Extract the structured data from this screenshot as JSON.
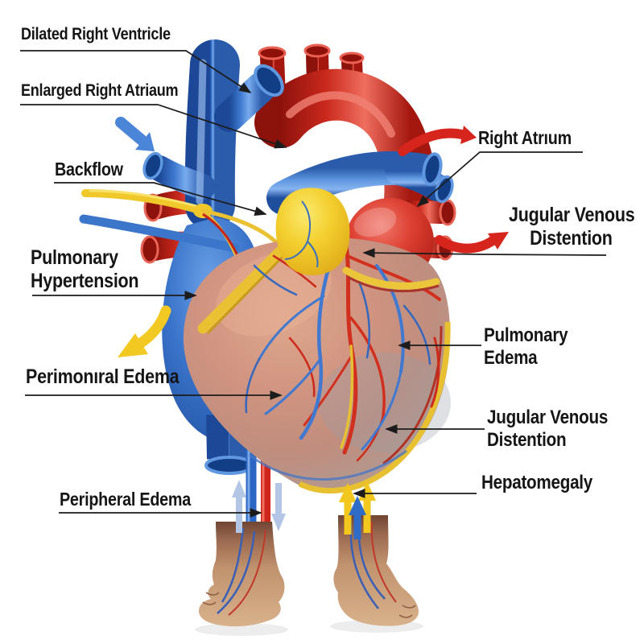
{
  "diagram": {
    "background": "#ffffff",
    "text_color": "#151515",
    "labels": {
      "dilated_right_ventricle": "Dilated Right Ventricle",
      "enlarged_right_atriaum": "Enlarged Right Atriaum",
      "backflow": "Backflow",
      "pulmonary_hypertension_line1": "Pulmonary",
      "pulmonary_hypertension_line2": "Hypertension",
      "perimonaral_edema": "Perimonıral Edema",
      "peripheral_edema": "Peripheral Edema",
      "right_atrium": "Right Atrıum",
      "jugular_venous_distention_upper_line1": "Jugular Venous",
      "jugular_venous_distention_upper_line2": "Distention",
      "pulmonary_edema_line1": "Pulmonary",
      "pulmonary_edema_line2": "Edema",
      "jugular_venous_distention_lower_line1": "Jugular Venous",
      "jugular_venous_distention_lower_line2": "Distention",
      "hepatomegaly": "Hepatomegaly"
    },
    "colors": {
      "vein_blue": "#3a74ca",
      "artery_red": "#c9281c",
      "fat_yellow": "#f3cf2e",
      "myocardium_tan": "#c8927a",
      "skin_tone": "#c1936f",
      "leader_line": "#1c1c1c",
      "pale_flow_blue": "#b3c6e6"
    },
    "flow_arrows": [
      {
        "name": "blue-inflow-arrow-icon",
        "color": "#4b85d8",
        "direction": "down-right"
      },
      {
        "name": "red-outflow-arrow-top-icon",
        "color": "#d6251c",
        "direction": "right"
      },
      {
        "name": "red-outflow-arrow-mid-icon",
        "color": "#d6251c",
        "direction": "right"
      },
      {
        "name": "yellow-backflow-arrow-icon",
        "color": "#f2c922",
        "direction": "down-left"
      },
      {
        "name": "leg-flow-arrows-icon",
        "colors": [
          "#b3c6e6",
          "#f3c81e",
          "#2e6cc8"
        ],
        "direction": "up-down"
      }
    ]
  }
}
